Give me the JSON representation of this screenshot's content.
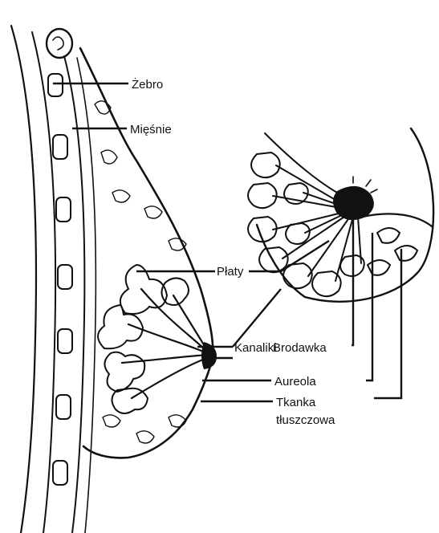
{
  "labels": {
    "rib": "Żebro",
    "muscles": "Mięśnie",
    "lobes": "Płaty",
    "ducts": "Kanaliki",
    "nipple": "Brodawka",
    "areola": "Aureola",
    "fat_line1": "Tkanka",
    "fat_line2": "tłuszczowa"
  },
  "colors": {
    "ink": "#111111",
    "paper": "#ffffff"
  }
}
